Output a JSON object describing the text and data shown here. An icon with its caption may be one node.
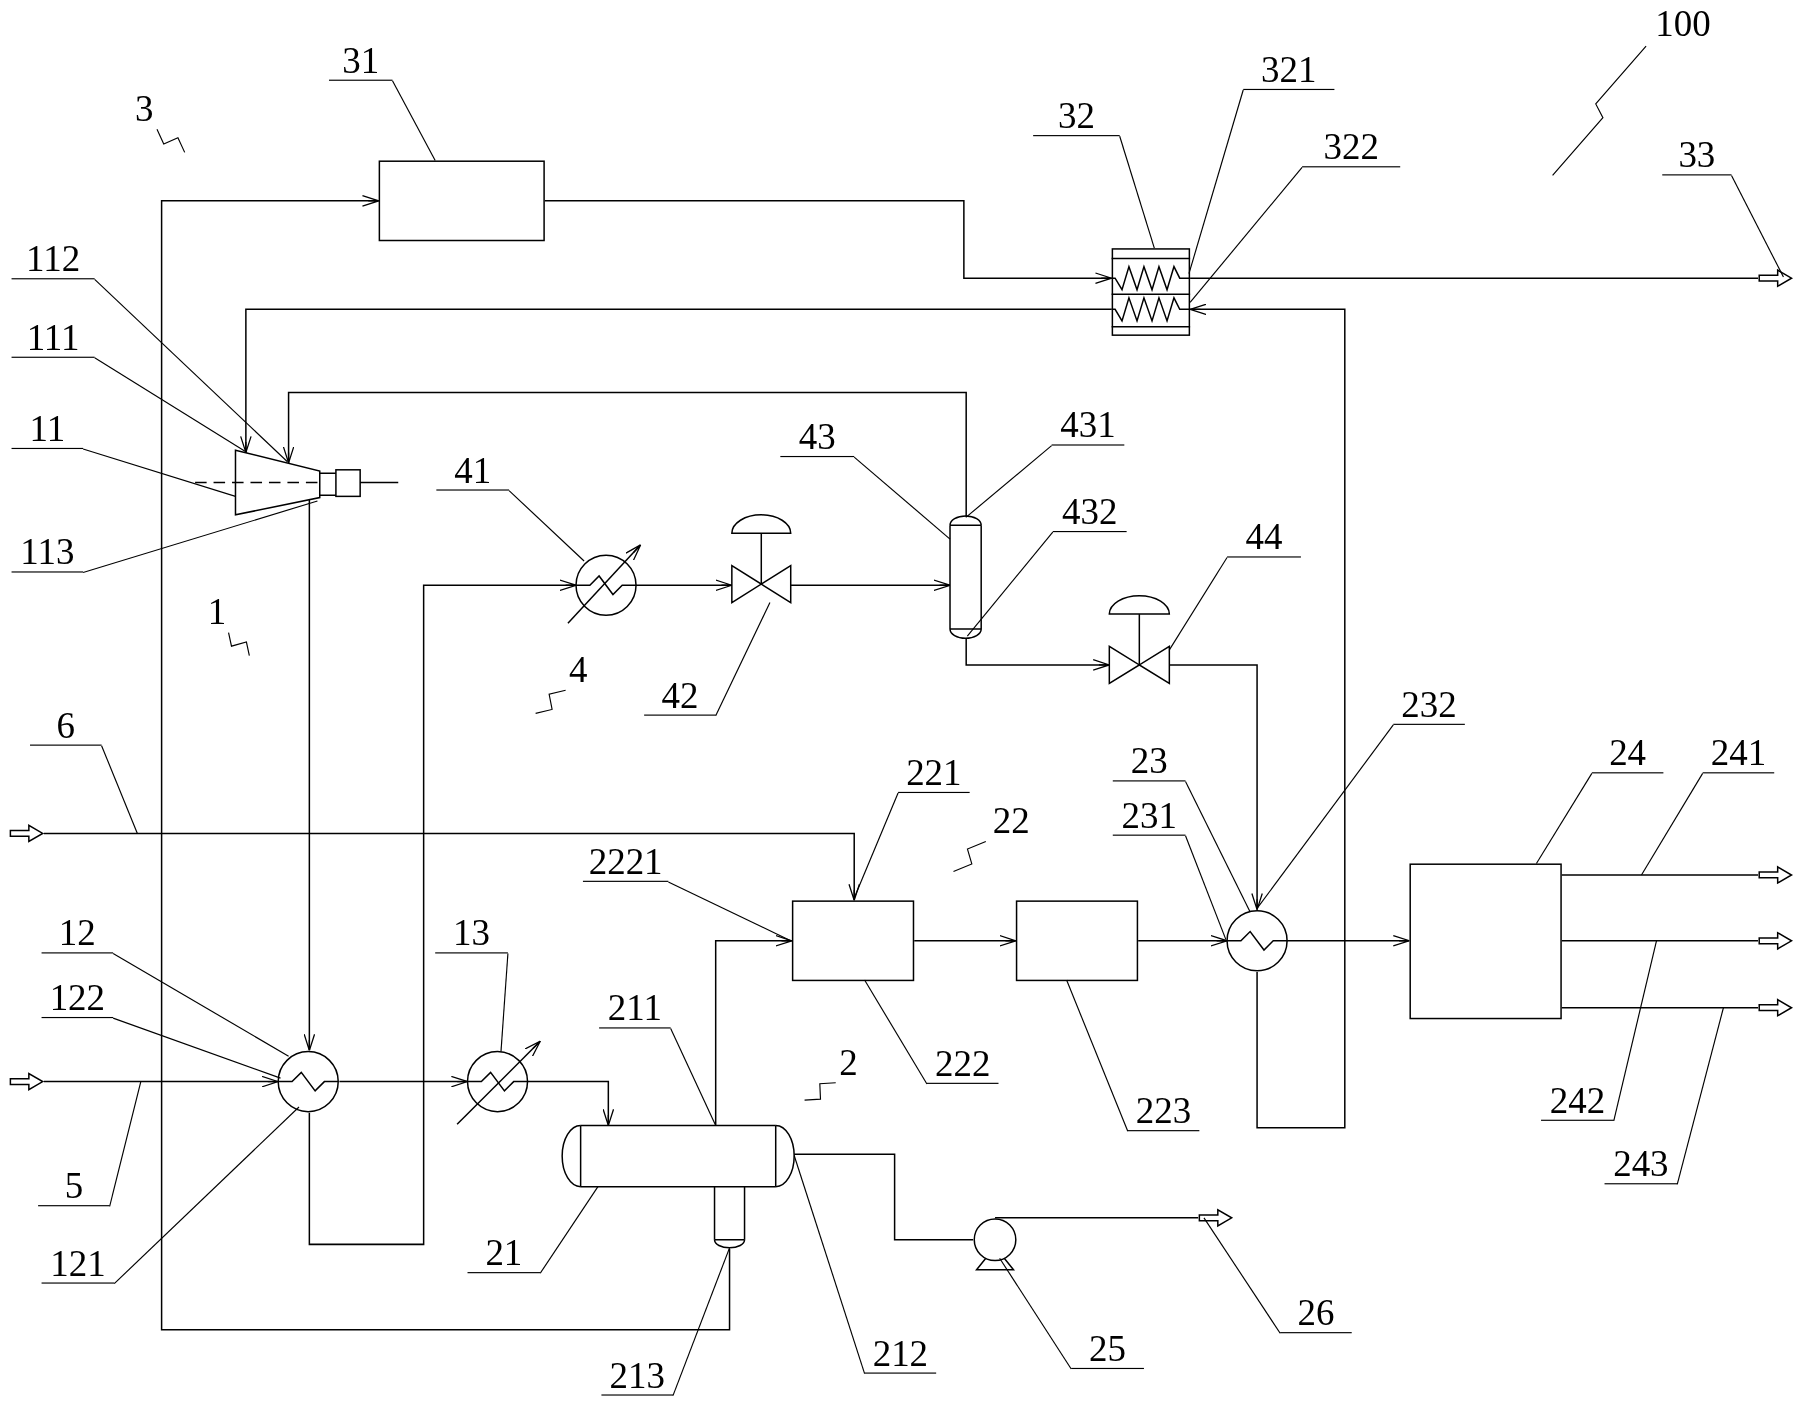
{
  "diagram": {
    "nodes": [
      {
        "text": [],
        "shape": "box"
      },
      {
        "text": [],
        "shape": "box"
      },
      {
        "text": [],
        "shape": "trapezoid"
      },
      {
        "text": [],
        "shape": "circle"
      },
      {
        "text": [],
        "shape": "circle"
      },
      {
        "text": [],
        "shape": "cylinder"
      },
      {
        "text": [],
        "shape": "box"
      },
      {
        "text": [],
        "shape": "box"
      },
      {
        "text": [],
        "shape": "circle"
      },
      {
        "text": [],
        "shape": "box"
      },
      {
        "text": [],
        "shape": "pump"
      },
      {
        "text": [],
        "shape": "circle"
      },
      {
        "text": [],
        "shape": "valve"
      },
      {
        "text": [],
        "shape": "cylinder"
      },
      {
        "text": [],
        "shape": "valve"
      },
      {
        "text": [
          "100"
        ]
      },
      {
        "text": [
          "31"
        ]
      },
      {
        "text": [
          "3"
        ]
      },
      {
        "text": [
          "321"
        ]
      },
      {
        "text": [
          "32"
        ]
      },
      {
        "text": [
          "322"
        ]
      },
      {
        "text": [
          "33"
        ]
      },
      {
        "text": [
          "112"
        ]
      },
      {
        "text": [
          "111"
        ]
      },
      {
        "text": [
          "431"
        ]
      },
      {
        "text": [
          "11"
        ]
      },
      {
        "text": [
          "43"
        ]
      },
      {
        "text": [
          "41"
        ]
      },
      {
        "text": [
          "432"
        ]
      },
      {
        "text": [
          "44"
        ]
      },
      {
        "text": [
          "113"
        ]
      },
      {
        "text": [
          "1"
        ]
      },
      {
        "text": [
          "4"
        ]
      },
      {
        "text": [
          "42"
        ]
      },
      {
        "text": [
          "232"
        ]
      },
      {
        "text": [
          "6"
        ]
      },
      {
        "text": [
          "24"
        ]
      },
      {
        "text": [
          "241"
        ]
      },
      {
        "text": [
          "23"
        ]
      },
      {
        "text": [
          "221"
        ]
      },
      {
        "text": [
          "22"
        ]
      },
      {
        "text": [
          "231"
        ]
      },
      {
        "text": [
          "2221"
        ]
      },
      {
        "text": [
          "12"
        ]
      },
      {
        "text": [
          "13"
        ]
      },
      {
        "text": [
          "122"
        ]
      },
      {
        "text": [
          "211"
        ]
      },
      {
        "text": [
          "2"
        ]
      },
      {
        "text": [
          "222"
        ]
      },
      {
        "text": [
          "242"
        ]
      },
      {
        "text": [
          "223"
        ]
      },
      {
        "text": [
          "243"
        ]
      },
      {
        "text": [
          "5"
        ]
      },
      {
        "text": [
          "21"
        ]
      },
      {
        "text": [
          "121"
        ]
      },
      {
        "text": [
          "26"
        ]
      },
      {
        "text": [
          "25"
        ]
      },
      {
        "text": [
          "212"
        ]
      },
      {
        "text": [
          "213"
        ]
      },
      {
        "text": [],
        "shape": "arrow"
      },
      {
        "text": [],
        "shape": "arrow"
      },
      {
        "text": [],
        "shape": "arrow"
      },
      {
        "text": [],
        "shape": "arrow"
      },
      {
        "text": [],
        "shape": "arrow"
      },
      {
        "text": [],
        "shape": "arrow"
      },
      {
        "text": [],
        "shape": "arrow"
      }
    ],
    "edges": [
      {
        "from": 0,
        "to": 1,
        "arrow": "to"
      },
      {
        "from": 1,
        "to": 59,
        "arrow": "none"
      },
      {
        "from": 1,
        "to": 2,
        "arrow": "to"
      },
      {
        "from": 13,
        "to": 2,
        "arrow": "to"
      },
      {
        "from": 2,
        "to": 3,
        "arrow": "to"
      },
      {
        "from": 3,
        "to": 11,
        "arrow": "to"
      },
      {
        "from": 11,
        "to": 12,
        "arrow": "to"
      },
      {
        "from": 12,
        "to": 13,
        "arrow": "to"
      },
      {
        "from": 13,
        "to": 14,
        "arrow": "to"
      },
      {
        "from": 14,
        "to": 8,
        "arrow": "to"
      },
      {
        "from": 8,
        "to": 1,
        "arrow": "to"
      },
      {
        "from": 64,
        "to": 3,
        "arrow": "to"
      },
      {
        "from": 3,
        "to": 4,
        "arrow": "to"
      },
      {
        "from": 4,
        "to": 5,
        "arrow": "to"
      },
      {
        "from": 5,
        "to": 6,
        "arrow": "to"
      },
      {
        "from": 60,
        "to": 6,
        "arrow": "to"
      },
      {
        "from": 6,
        "to": 7,
        "arrow": "to"
      },
      {
        "from": 7,
        "to": 8,
        "arrow": "to"
      },
      {
        "from": 8,
        "to": 9,
        "arrow": "to"
      },
      {
        "from": 9,
        "to": 61,
        "arrow": "none"
      },
      {
        "from": 9,
        "to": 62,
        "arrow": "none"
      },
      {
        "from": 9,
        "to": 63,
        "arrow": "none"
      },
      {
        "from": 5,
        "to": 0,
        "arrow": "to"
      },
      {
        "from": 5,
        "to": 10,
        "arrow": "none"
      },
      {
        "from": 10,
        "to": 65,
        "arrow": "none"
      },
      {
        "from": 15,
        "to": null,
        "arrow": "none"
      },
      {
        "from": 16,
        "to": 0,
        "arrow": "none"
      },
      {
        "from": 17,
        "to": null,
        "arrow": "none"
      },
      {
        "from": 18,
        "to": 1,
        "arrow": "none"
      },
      {
        "from": 19,
        "to": 1,
        "arrow": "none"
      },
      {
        "from": 20,
        "to": 1,
        "arrow": "none"
      },
      {
        "from": 21,
        "to": 59,
        "arrow": "none"
      },
      {
        "from": 22,
        "to": 2,
        "arrow": "none"
      },
      {
        "from": 23,
        "to": 2,
        "arrow": "none"
      },
      {
        "from": 24,
        "to": 13,
        "arrow": "none"
      },
      {
        "from": 25,
        "to": 2,
        "arrow": "none"
      },
      {
        "from": 26,
        "to": 13,
        "arrow": "none"
      },
      {
        "from": 27,
        "to": 11,
        "arrow": "none"
      },
      {
        "from": 28,
        "to": 13,
        "arrow": "none"
      },
      {
        "from": 29,
        "to": 14,
        "arrow": "none"
      },
      {
        "from": 30,
        "to": 2,
        "arrow": "none"
      },
      {
        "from": 31,
        "to": null,
        "arrow": "none"
      },
      {
        "from": 32,
        "to": null,
        "arrow": "none"
      },
      {
        "from": 33,
        "to": 12,
        "arrow": "none"
      },
      {
        "from": 34,
        "to": 8,
        "arrow": "none"
      },
      {
        "from": 35,
        "to": null,
        "arrow": "none"
      },
      {
        "from": 36,
        "to": 9,
        "arrow": "none"
      },
      {
        "from": 37,
        "to": null,
        "arrow": "none"
      },
      {
        "from": 38,
        "to": 8,
        "arrow": "none"
      },
      {
        "from": 39,
        "to": 6,
        "arrow": "none"
      },
      {
        "from": 40,
        "to": null,
        "arrow": "none"
      },
      {
        "from": 41,
        "to": 8,
        "arrow": "none"
      },
      {
        "from": 42,
        "to": 6,
        "arrow": "none"
      },
      {
        "from": 43,
        "to": 3,
        "arrow": "none"
      },
      {
        "from": 44,
        "to": 4,
        "arrow": "none"
      },
      {
        "from": 45,
        "to": 3,
        "arrow": "none"
      },
      {
        "from": 46,
        "to": 5,
        "arrow": "none"
      },
      {
        "from": 47,
        "to": null,
        "arrow": "none"
      },
      {
        "from": 48,
        "to": 6,
        "arrow": "none"
      },
      {
        "from": 49,
        "to": null,
        "arrow": "none"
      },
      {
        "from": 50,
        "to": 7,
        "arrow": "none"
      },
      {
        "from": 51,
        "to": null,
        "arrow": "none"
      },
      {
        "from": 52,
        "to": null,
        "arrow": "none"
      },
      {
        "from": 53,
        "to": 5,
        "arrow": "none"
      },
      {
        "from": 54,
        "to": 3,
        "arrow": "none"
      },
      {
        "from": 55,
        "to": 65,
        "arrow": "none"
      },
      {
        "from": 56,
        "to": 10,
        "arrow": "none"
      },
      {
        "from": 57,
        "to": 5,
        "arrow": "none"
      },
      {
        "from": 58,
        "to": 5,
        "arrow": "none"
      }
    ]
  }
}
